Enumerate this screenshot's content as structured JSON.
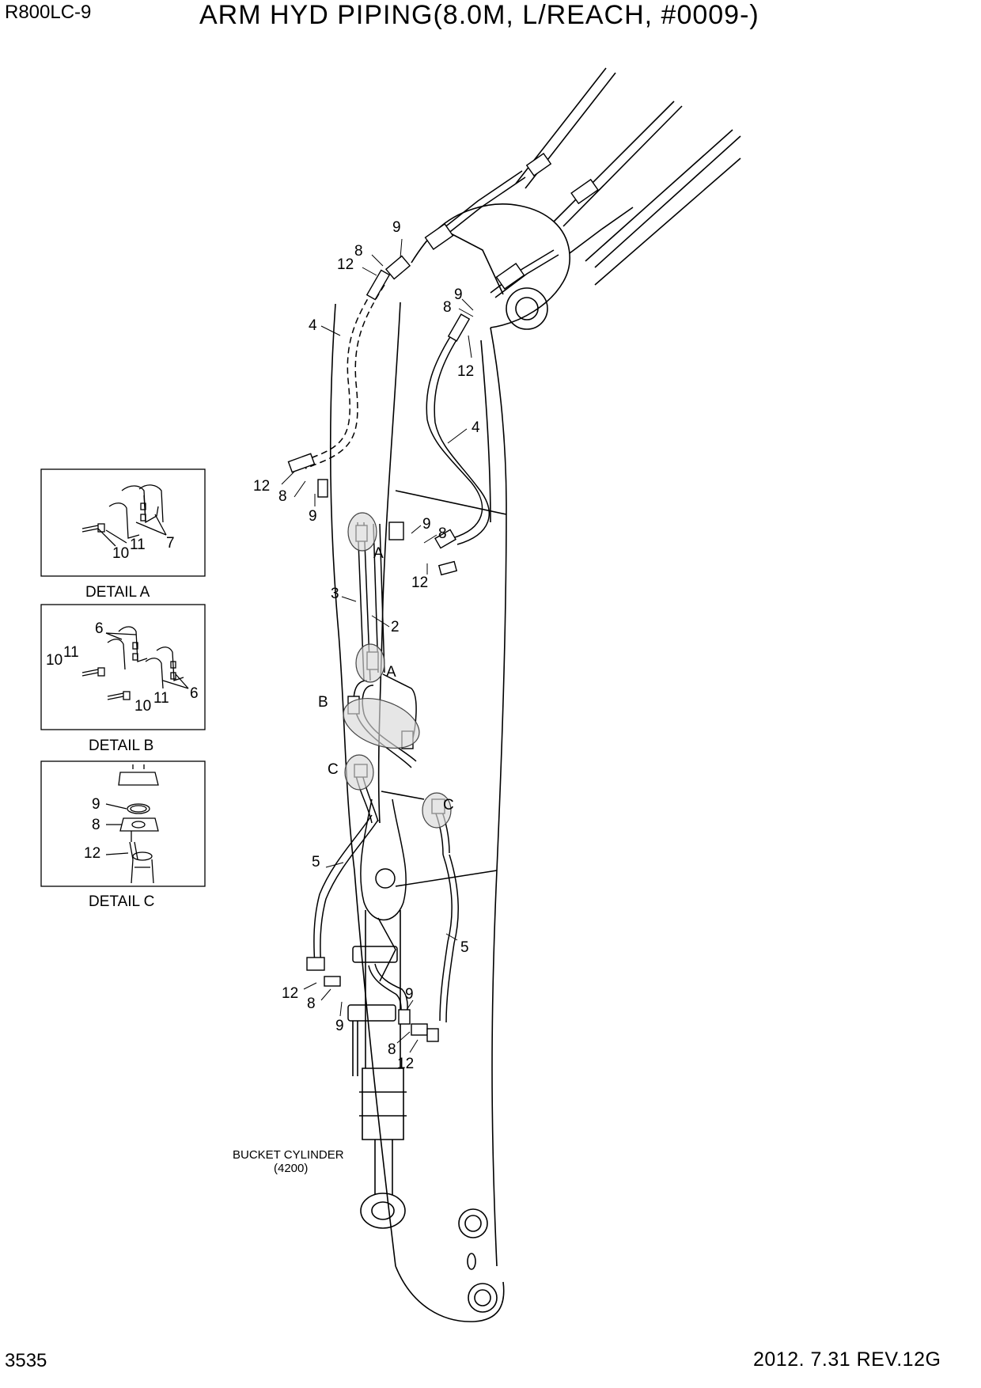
{
  "header": {
    "model": "R800LC-9",
    "title": "ARM HYD PIPING(8.0M, L/REACH, #0009-)"
  },
  "footer": {
    "page_number": "3535",
    "revision": "2012. 7.31  REV.12G"
  },
  "notes": {
    "bucket_cylinder": "BUCKET CYLINDER",
    "bucket_cylinder_ref": "(4200)"
  },
  "details": {
    "a": {
      "caption": "DETAIL A",
      "labels": {
        "l1": "10",
        "l2": "11",
        "l3": "7"
      }
    },
    "b": {
      "caption": "DETAIL B",
      "labels": {
        "l1": "6",
        "l2": "10",
        "l3": "11",
        "l4": "10",
        "l5": "11",
        "l6": "6"
      }
    },
    "c": {
      "caption": "DETAIL C",
      "labels": {
        "l1": "9",
        "l2": "8",
        "l3": "12"
      }
    }
  },
  "callouts": {
    "c01": "9",
    "c02": "8",
    "c03": "12",
    "c04": "9",
    "c05": "8",
    "c06": "12",
    "c07": "4",
    "c08": "4",
    "c09": "12",
    "c10": "8",
    "c11": "9",
    "c12": "9",
    "c13": "8",
    "c14": "12",
    "c15": "A",
    "c16": "3",
    "c17": "2",
    "c18": "A",
    "c19": "B",
    "c20": "C",
    "c21": "C",
    "c22": "5",
    "c23": "5",
    "c24": "12",
    "c25": "8",
    "c26": "9",
    "c27": "9",
    "c28": "8",
    "c29": "12"
  }
}
